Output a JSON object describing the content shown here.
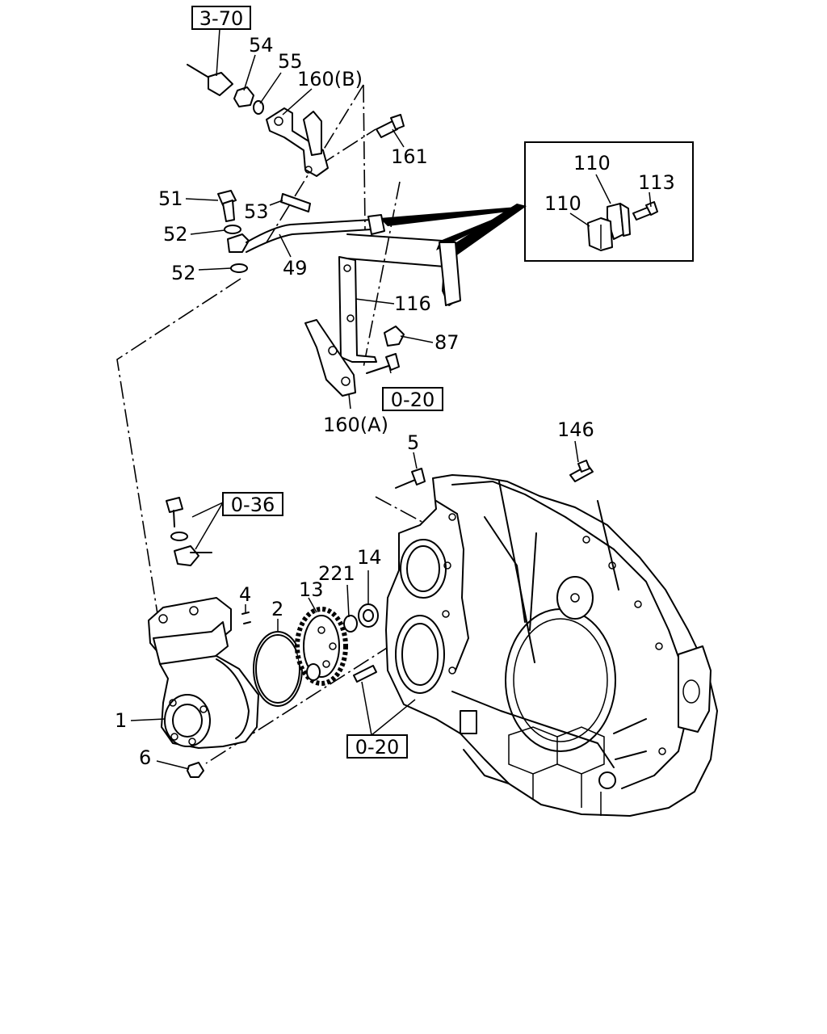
{
  "callouts": {
    "c1": "1",
    "c2": "2",
    "c4": "4",
    "c5": "5",
    "c6": "6",
    "c13": "13",
    "c14": "14",
    "c49": "49",
    "c51": "51",
    "c52a": "52",
    "c52b": "52",
    "c53": "53",
    "c54": "54",
    "c55": "55",
    "c87": "87",
    "c110a": "110",
    "c110b": "110",
    "c113": "113",
    "c116": "116",
    "c146": "146",
    "c160a": "160(A)",
    "c160b": "160(B)",
    "c161": "161",
    "c221": "221"
  },
  "references": {
    "r370": "3-70",
    "r036": "0-36",
    "r020a": "0-20",
    "r020b": "0-20"
  }
}
